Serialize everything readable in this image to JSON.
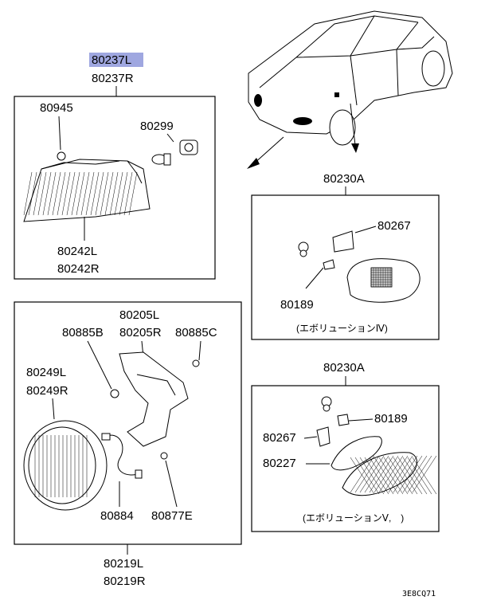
{
  "highlight_color": "#9fa7e0",
  "top_assembly": {
    "part_left": "80237L",
    "part_right": "80237R",
    "bolt": "80945",
    "bulb": "80299",
    "lens_left": "80242L",
    "lens_right": "80242R"
  },
  "headlamp_assembly": {
    "bracket_left": "80205L",
    "bracket_right": "80205R",
    "screw_left": "80885B",
    "screw_right": "80885C",
    "lamp_left": "80249L",
    "lamp_right": "80249R",
    "harness": "80884",
    "bolt": "80877E",
    "assy_left": "80219L",
    "assy_right": "80219R"
  },
  "side_lamp_iv": {
    "title": "80230A",
    "bracket": "80267",
    "socket": "80189",
    "caption": "(エボリューションⅣ)"
  },
  "side_lamp_v": {
    "title": "80230A",
    "socket": "80189",
    "bracket": "80267",
    "lens": "80227",
    "caption": "(エボリューションⅤ,　)"
  },
  "figure_code": "3E8CQ71"
}
